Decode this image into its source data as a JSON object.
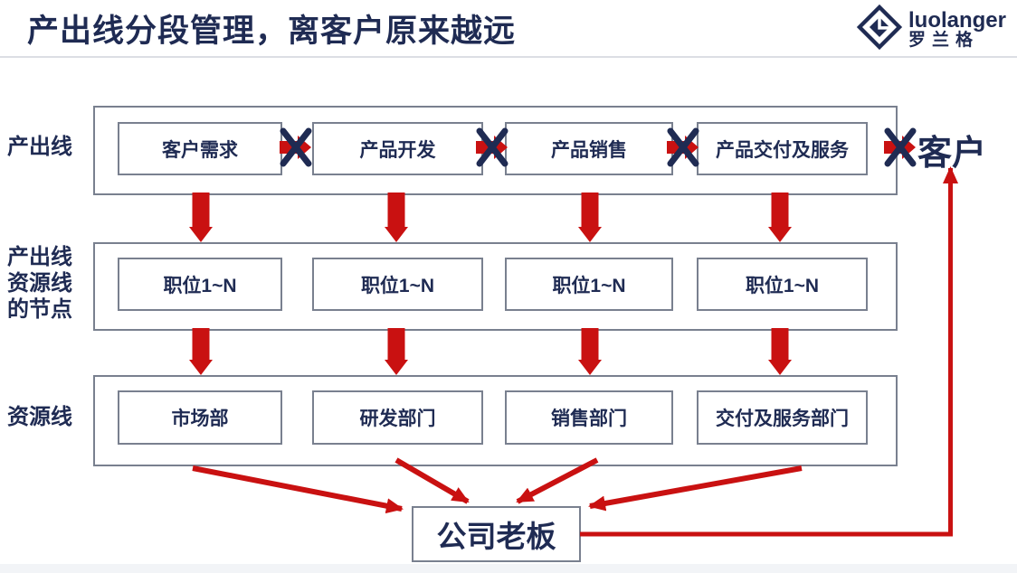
{
  "header": {
    "title": "产出线分段管理，离客户原来越远",
    "logo": {
      "name_en": "luolanger",
      "name_zh": "罗兰格"
    }
  },
  "side_labels": {
    "output_line": "产出线",
    "nodes_line1": "产出线",
    "nodes_line2": "资源线",
    "nodes_line3": "的节点",
    "resource_line": "资源线"
  },
  "output_line_boxes": [
    "客户需求",
    "产品开发",
    "产品销售",
    "产品交付及服务"
  ],
  "position_boxes": [
    "职位1~N",
    "职位1~N",
    "职位1~N",
    "职位1~N"
  ],
  "department_boxes": [
    "市场部",
    "研发部门",
    "销售部门",
    "交付及服务部门"
  ],
  "customer_label": "客户",
  "boss_label": "公司老板",
  "colors": {
    "navy": "#1f2b53",
    "red": "#c91111",
    "box_border_gray": "#79808f",
    "divider_gray": "#dcdee4"
  }
}
